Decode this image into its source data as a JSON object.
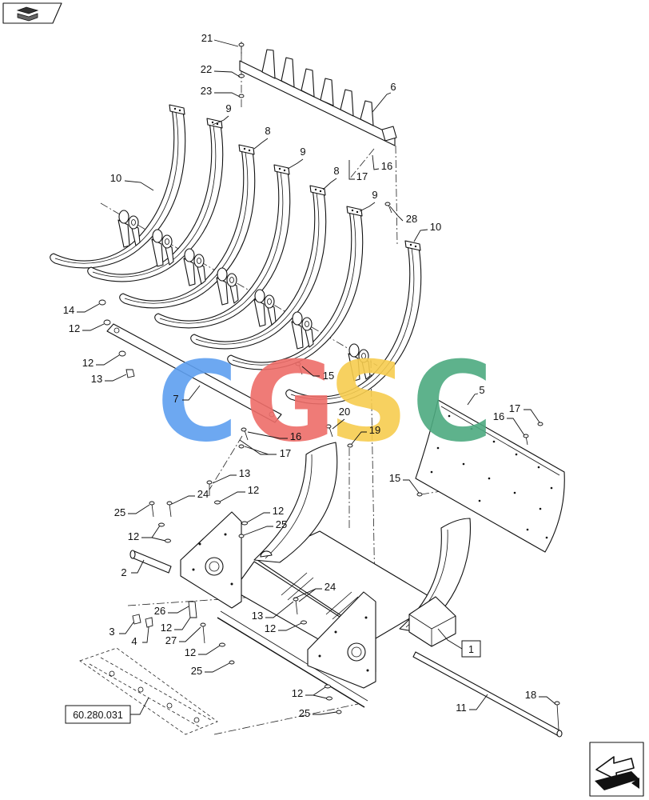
{
  "toolbar": {
    "corner_icon": "book-hand-icon"
  },
  "callouts": [
    "21",
    "22",
    "23",
    "6",
    "9",
    "8",
    "9",
    "10",
    "8",
    "17",
    "16",
    "9",
    "28",
    "10",
    "14",
    "12",
    "12",
    "13",
    "7",
    "15",
    "5",
    "20",
    "17",
    "16",
    "16",
    "19",
    "17",
    "15",
    "13",
    "12",
    "24",
    "25",
    "12",
    "25",
    "12",
    "2",
    "24",
    "26",
    "13",
    "12",
    "3",
    "4",
    "12",
    "27",
    "12",
    "25",
    "12",
    "25",
    "11",
    "18"
  ],
  "kit_reference": "1",
  "section_reference": "60.280.031",
  "watermark": {
    "letters": [
      "C",
      "G",
      "S",
      "C"
    ],
    "colors": [
      "#5e9ff0",
      "#ee6d69",
      "#f7cd4f",
      "#4daa80"
    ]
  },
  "navigation": {
    "next_icon": "next-page-arrow-icon"
  },
  "colors": {
    "line": "#111111",
    "background": "#ffffff"
  }
}
